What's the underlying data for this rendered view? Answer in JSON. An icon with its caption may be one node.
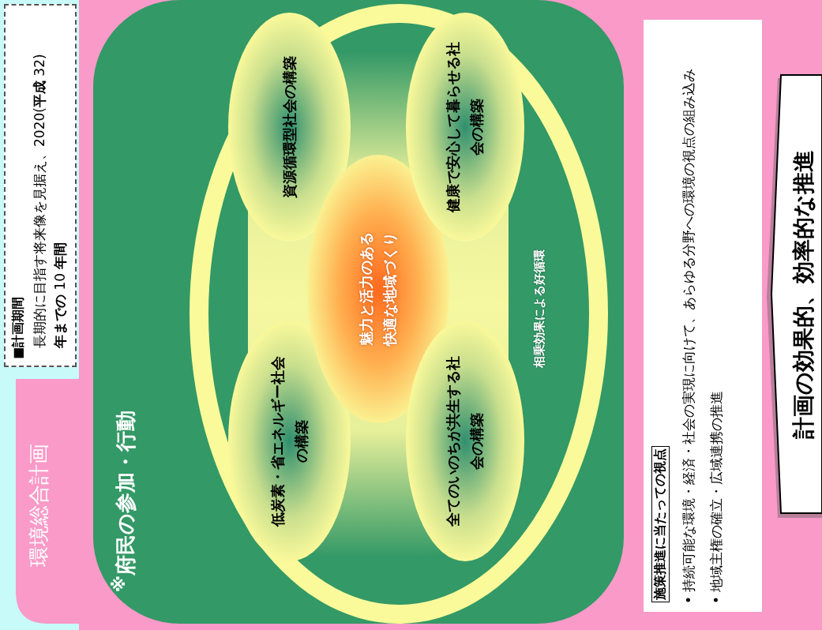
{
  "diagram": {
    "nodes": [
      {
        "text": [
          "■計画期間",
          "長期的に目指す将来像を見据え、2020(**平成** 32)**年までの** 10 **年間**"
        ]
      },
      {
        "text": [
          "環境総合計画"
        ]
      },
      {
        "text": [
          "$^{※}$府民の参加・行動"
        ],
        "in": 1
      },
      {
        "text": [
          "相乗効果による好循環"
        ],
        "in": 2
      },
      {
        "text": [
          "低炭素・省エネルギー社会の構築"
        ],
        "in": 3
      },
      {
        "text": [
          "資源循環型社会の構築"
        ],
        "in": 3
      },
      {
        "text": [
          "魅力と活力のある快適な地域づくり"
        ],
        "in": 3
      },
      {
        "text": [
          "全てのいのちが共生する社会の構築"
        ],
        "in": 3
      },
      {
        "text": [
          "健康で安心して暮らせる社会の構築"
        ],
        "in": 3
      },
      {
        "text": [
          "施策推進に当たっての視点",
          "• 持続可能な環境・経済・社会の実現に向けて、あらゆる分野への環境の視点の組み込み",
          "• 地域主権の確立・広域連携の推進"
        ],
        "in": 1
      },
      {
        "text": [
          "計画の効果的、効率的な推進"
        ],
        "in": 1
      }
    ]
  }
}
